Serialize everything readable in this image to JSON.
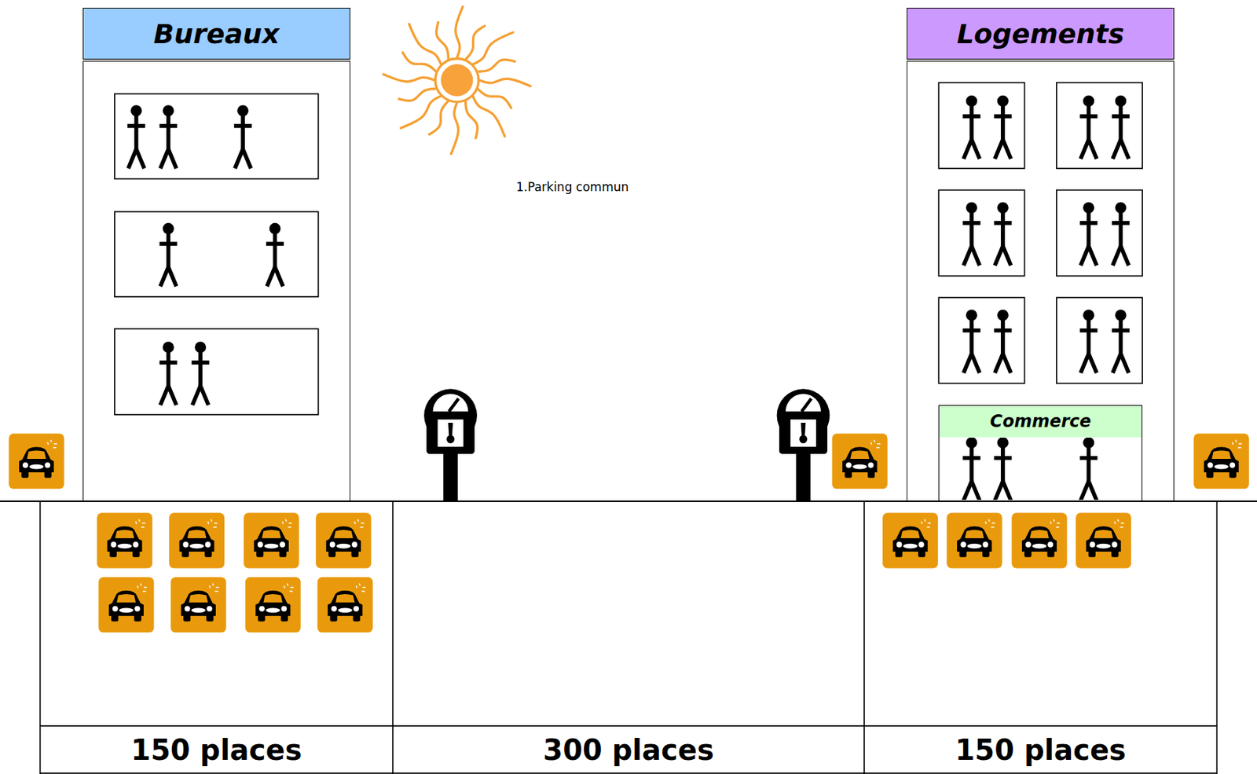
{
  "diagram": {
    "nodes": [
      {
        "text": [
          "Bureaux"
        ]
      },
      {
        "text": [
          "Logements"
        ]
      },
      {
        "text": [
          "Commerce"
        ],
        "in": 1
      },
      {
        "text": [
          "150 places"
        ]
      },
      {
        "text": [
          "300 places"
        ]
      },
      {
        "text": [
          "150 places"
        ]
      }
    ],
    "labels": [
      "1.Parking commun"
    ]
  }
}
